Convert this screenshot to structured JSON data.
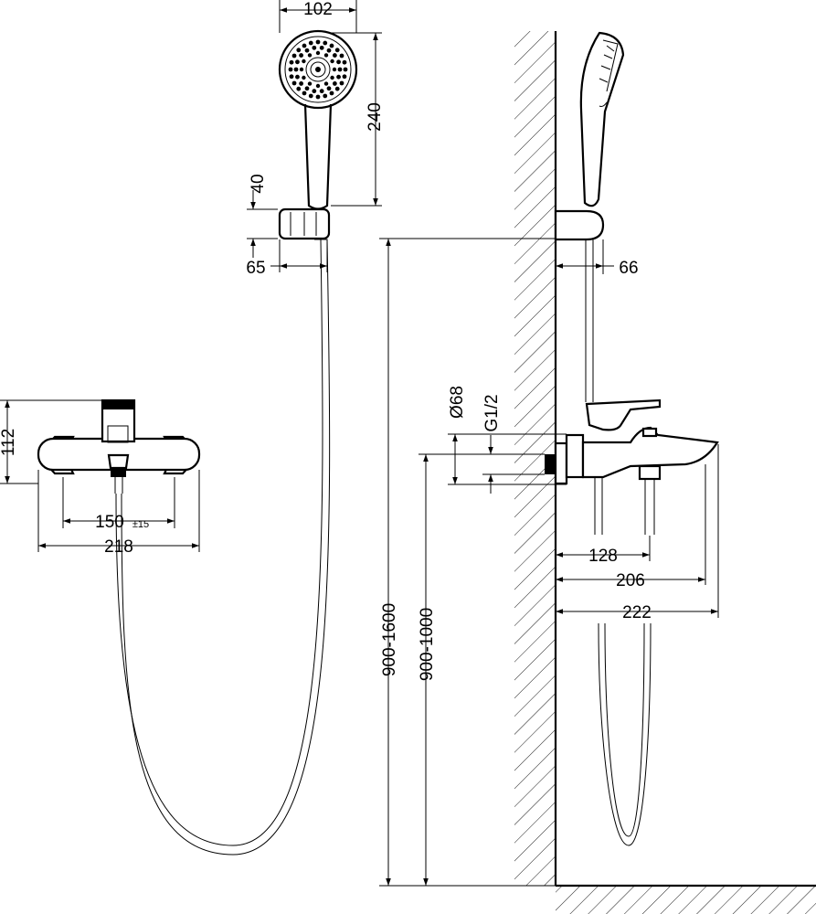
{
  "dimensions": {
    "handshower_width": "102",
    "handshower_length": "240",
    "holder_height": "40",
    "holder_offset": "65",
    "holder_depth": "66",
    "mixer_height": "112",
    "inlet_spacing": "150",
    "inlet_spacing_tolerance": "±15",
    "mixer_width": "218",
    "flange_diameter": "Ø68",
    "thread": "G1/2",
    "holder_mount_height": "900-1600",
    "mixer_mount_height": "900-1000",
    "diverter_projection": "128",
    "spout_outlet_projection": "206",
    "total_projection": "222"
  },
  "colors": {
    "line": "#000000",
    "background": "#ffffff"
  }
}
